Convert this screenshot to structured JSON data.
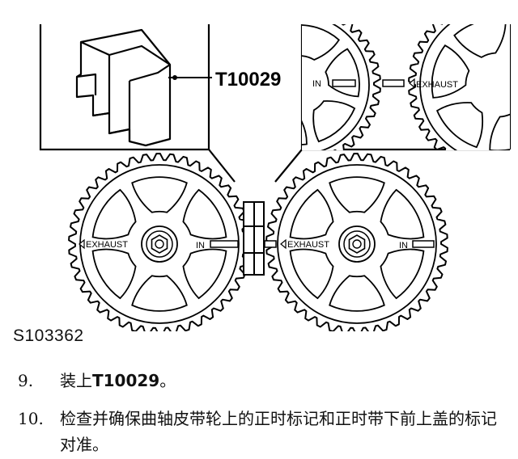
{
  "figure": {
    "tool_label": "T10029",
    "in_label": "IN",
    "exhaust_label": "EXHAUST",
    "figure_code": "S103362"
  },
  "steps": [
    {
      "number": "9.",
      "prefix": "装上",
      "tool": "T10029",
      "suffix": "。"
    },
    {
      "number": "10.",
      "text": "检查并确保曲轴皮带轮上的正时标记和正时带下前上盖的标记对准。"
    }
  ]
}
